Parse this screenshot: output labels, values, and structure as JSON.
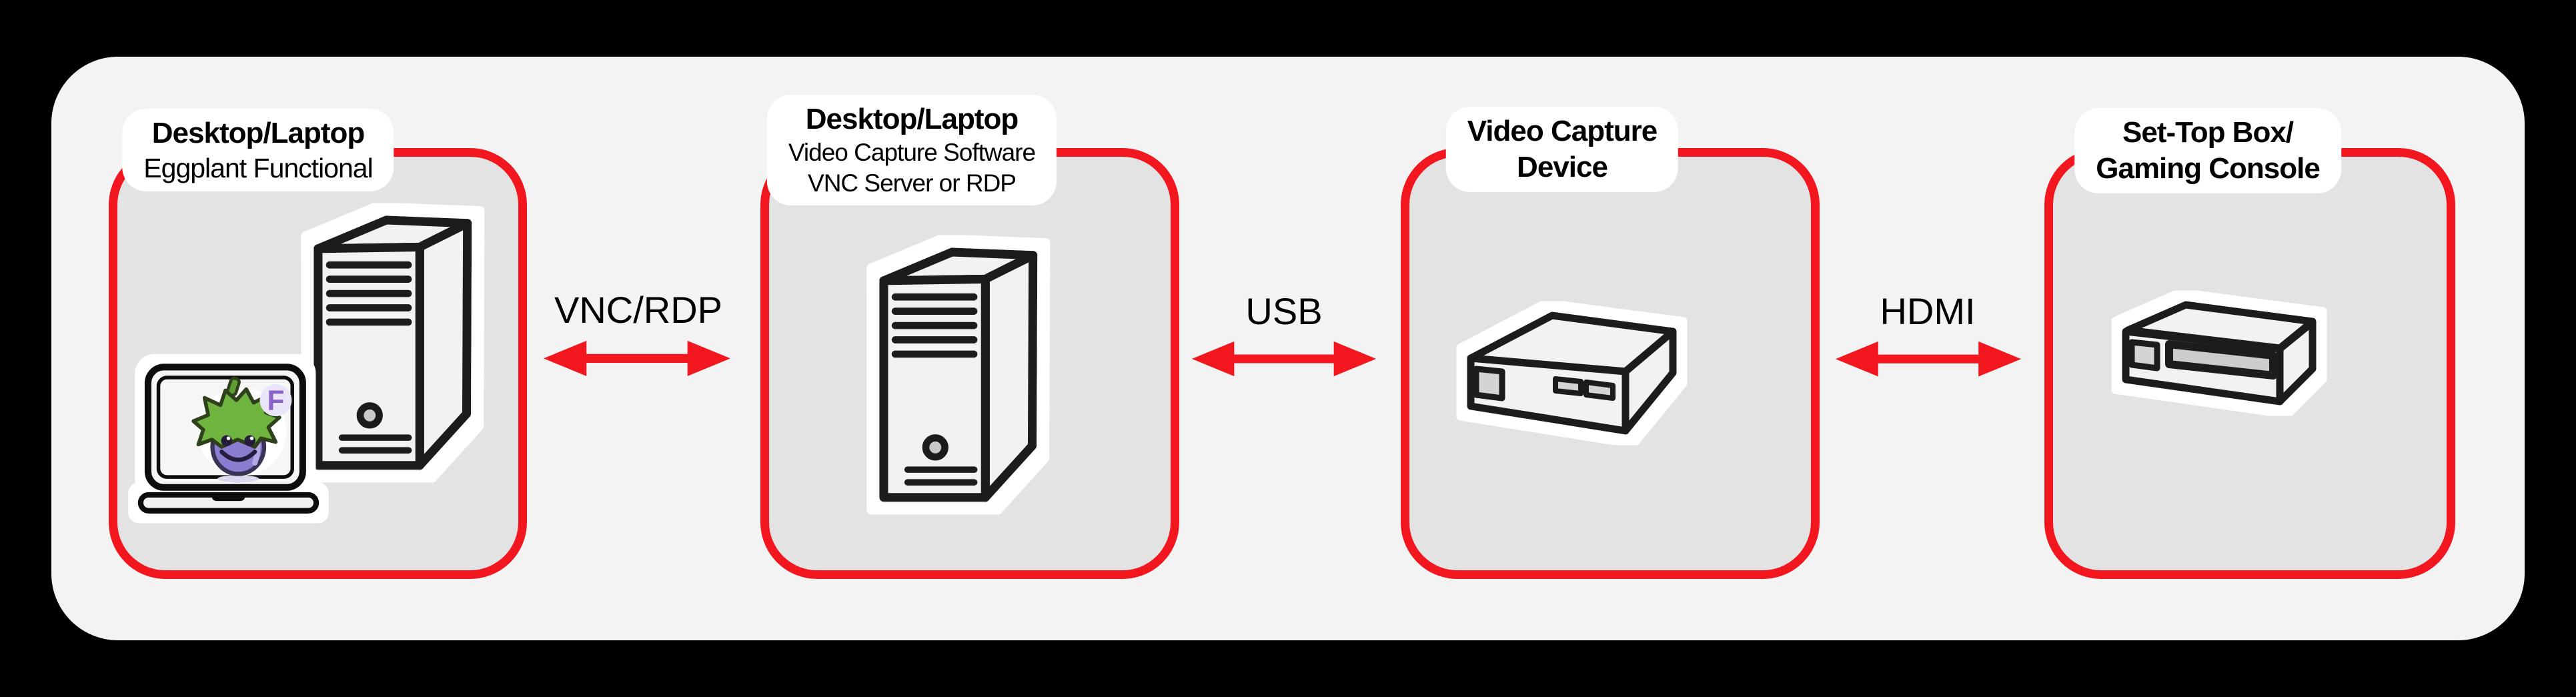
{
  "colors": {
    "accent_red": "#f2161f",
    "panel_gray": "#f3f3f4",
    "node_gray": "#e2e3e2",
    "outline_black": "#1c1c1c",
    "eggplant_purple": "#8a7cce",
    "leaf_green": "#6fb440"
  },
  "nodes": [
    {
      "icon": "desktop-tower-with-eggplant-laptop-icon",
      "title_lines": [
        "Desktop/Laptop"
      ],
      "subtitle_lines": [
        "Eggplant Functional"
      ]
    },
    {
      "icon": "desktop-tower-icon",
      "title_lines": [
        "Desktop/Laptop"
      ],
      "subtitle_lines": [
        "Video Capture Software",
        "VNC Server or RDP"
      ]
    },
    {
      "icon": "video-capture-device-icon",
      "title_lines": [
        "Video Capture",
        "Device"
      ],
      "subtitle_lines": []
    },
    {
      "icon": "set-top-box-icon",
      "title_lines": [
        "Set-Top Box/",
        "Gaming Console"
      ],
      "subtitle_lines": []
    }
  ],
  "connections": [
    {
      "label": "VNC/RDP"
    },
    {
      "label": "USB"
    },
    {
      "label": "HDMI"
    }
  ],
  "eggplant_badge": "F"
}
